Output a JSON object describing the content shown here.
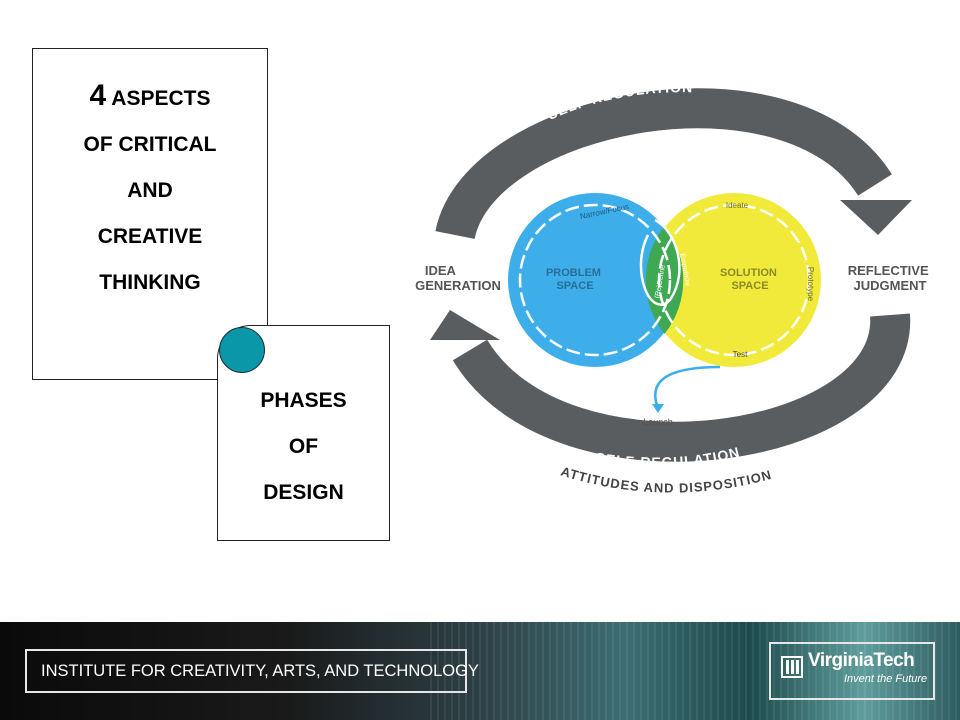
{
  "box_aspects": {
    "number": "4",
    "lines": [
      "ASPECTS",
      "OF CRITICAL",
      "AND",
      "CREATIVE",
      "THINKING"
    ]
  },
  "box_phases": {
    "lines": [
      "PHASES",
      "OF",
      "DESIGN"
    ]
  },
  "diagram": {
    "top_arc_label": "SELF-REGULATION",
    "bottom_arc_label": "SELF-REGULATION",
    "outer_bottom_label": "ATTITUDES AND DISPOSITION",
    "left_label": [
      "IDEA",
      "GENERATION"
    ],
    "right_label": [
      "REFLECTIVE",
      "JUDGMENT"
    ],
    "problem_space": [
      "PROBLEM",
      "SPACE"
    ],
    "solution_space": [
      "SOLUTION",
      "SPACE"
    ],
    "narrow_focus": "Narrow/Focus",
    "ideate": "Ideate",
    "prototype": "Prototype",
    "test": "Test",
    "launch": "Launch",
    "redefine": "(Re)Define",
    "empathize": "Empathize",
    "colors": {
      "arrow_gray": "#5a5d60",
      "problem_blue": "#3daeea",
      "solution_yellow": "#f2ea3a",
      "overlap_green": "#3fa852"
    }
  },
  "footer": {
    "institute": "INSTITUTE FOR CREATIVITY, ARTS, AND TECHNOLOGY",
    "logo_name": "VirginiaTech",
    "logo_tagline": "Invent the Future"
  }
}
